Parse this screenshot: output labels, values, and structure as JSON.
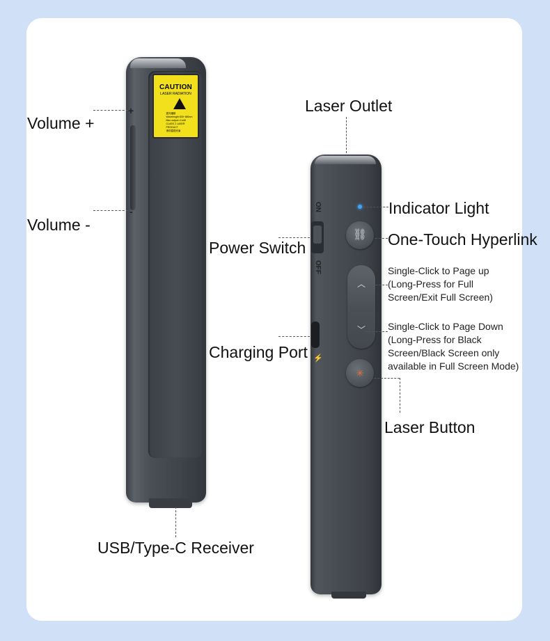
{
  "labels": {
    "volume_plus": "Volume +",
    "volume_minus": "Volume -",
    "usb_receiver": "USB/Type-C Receiver",
    "laser_outlet": "Laser Outlet",
    "indicator_light": "Indicator Light",
    "one_touch_hyperlink": "One-Touch Hyperlink",
    "power_switch": "Power Switch",
    "charging_port": "Charging Port",
    "page_up": [
      "Single-Click to Page up",
      "(Long-Press for Full",
      "Screen/Exit Full Screen)"
    ],
    "page_down": [
      "Single-Click to Page Down",
      "(Long-Press for Black",
      "Screen/Black Screen only",
      "available in Full Screen Mode)"
    ],
    "laser_button": "Laser Button"
  },
  "device_marks": {
    "plus_mark": "+",
    "minus_mark": "-",
    "switch_on": "ON",
    "switch_off": "OFF",
    "caution_title": "CAUTION",
    "caution_sub": "LASER RADIATION",
    "caution_text": [
      "激光辐射",
      "Wavelength:630~680nm",
      "Max output:<1mW",
      "CLASS 2 LASER PRODUCT",
      "请勿直视光束"
    ]
  },
  "icons": {
    "hyperlink": "link-icon",
    "up": "chevron-up-icon",
    "down": "chevron-down-icon",
    "laser": "laser-burst-icon",
    "charging": "lightning-icon",
    "warning": "laser-warning-icon"
  },
  "colors": {
    "background": "#cfe0f7",
    "device": "#474c52",
    "caution_label": "#f2e01d",
    "indicator": "#3aa6ff",
    "laser_icon": "#e07040"
  }
}
